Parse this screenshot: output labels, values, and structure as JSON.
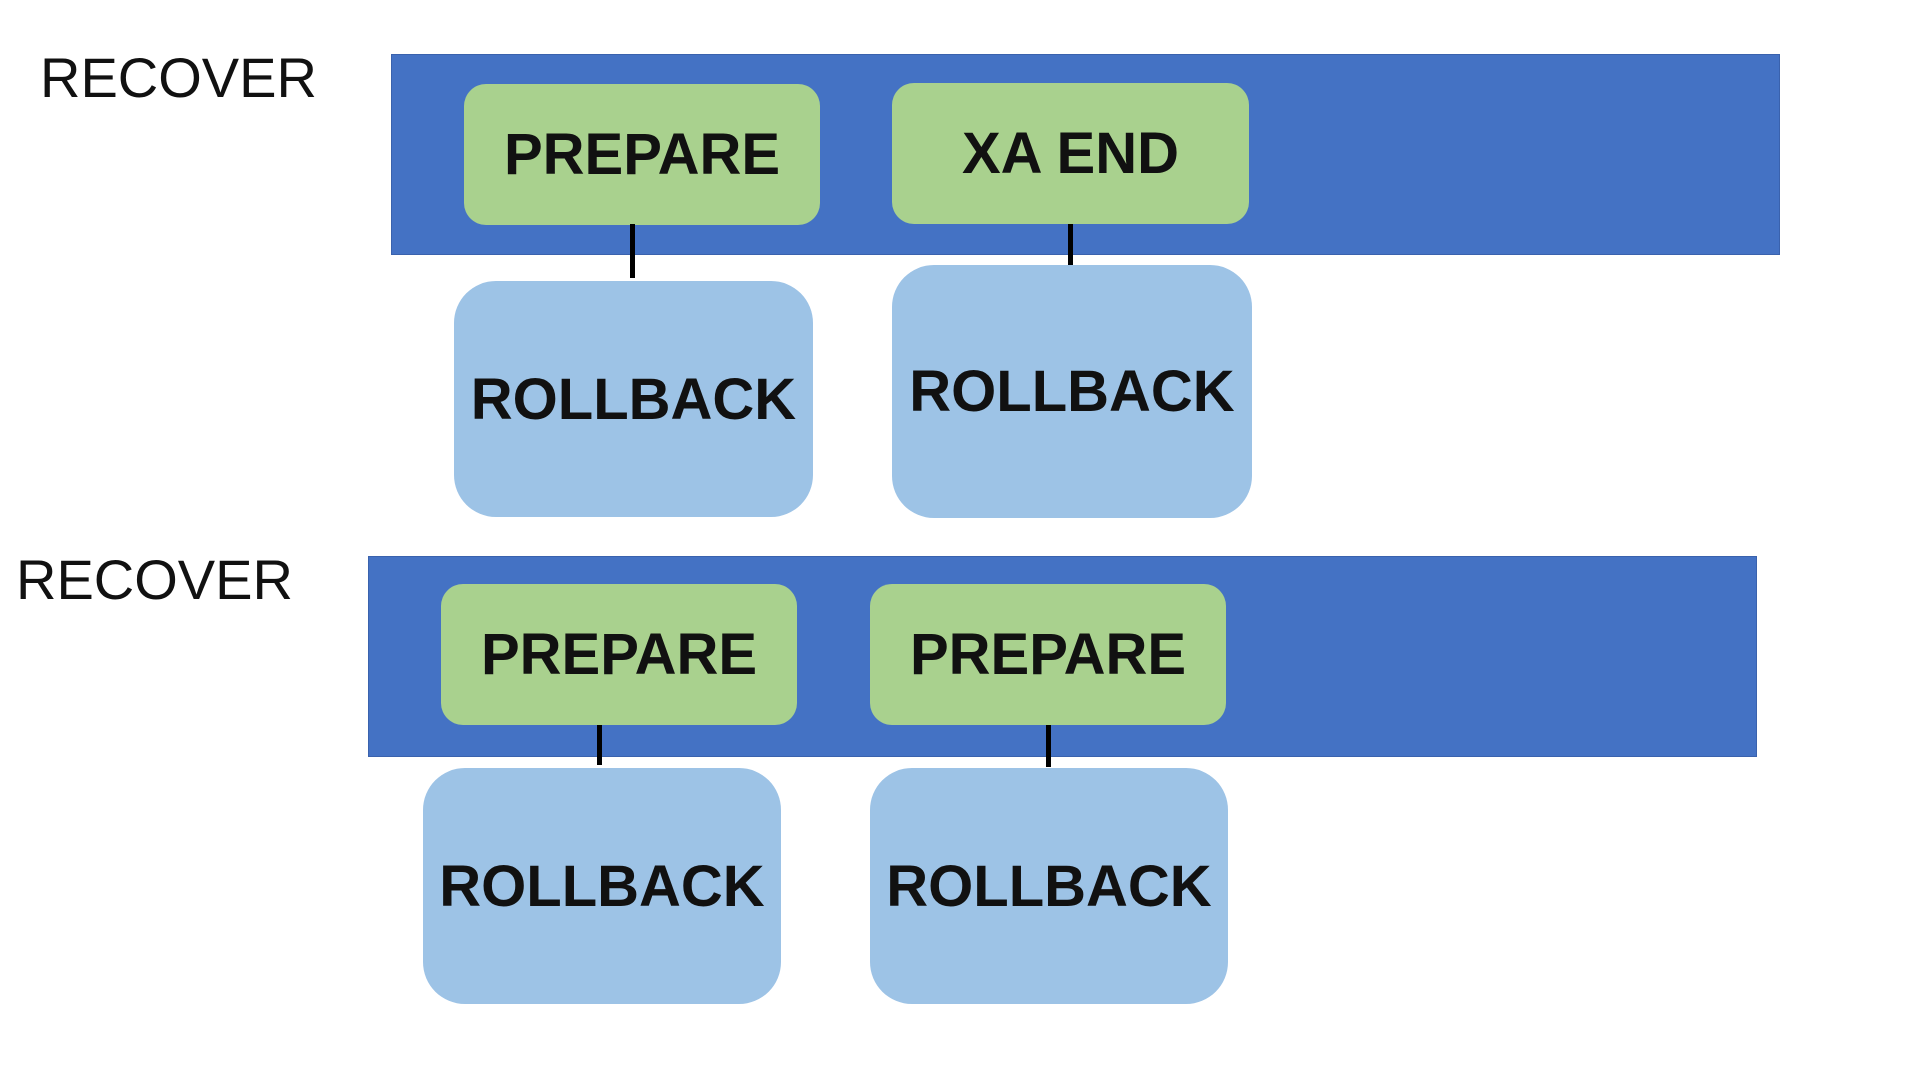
{
  "groups": [
    {
      "label": "RECOVER",
      "steps": [
        {
          "top": "PREPARE",
          "bottom": "ROLLBACK"
        },
        {
          "top": "XA END",
          "bottom": "ROLLBACK"
        }
      ]
    },
    {
      "label": "RECOVER",
      "steps": [
        {
          "top": "PREPARE",
          "bottom": "ROLLBACK"
        },
        {
          "top": "PREPARE",
          "bottom": "ROLLBACK"
        }
      ]
    }
  ],
  "colors": {
    "band": "#4472c4",
    "top_box": "#a9d18e",
    "bottom_box": "#9dc3e6",
    "connector": "#000000"
  }
}
